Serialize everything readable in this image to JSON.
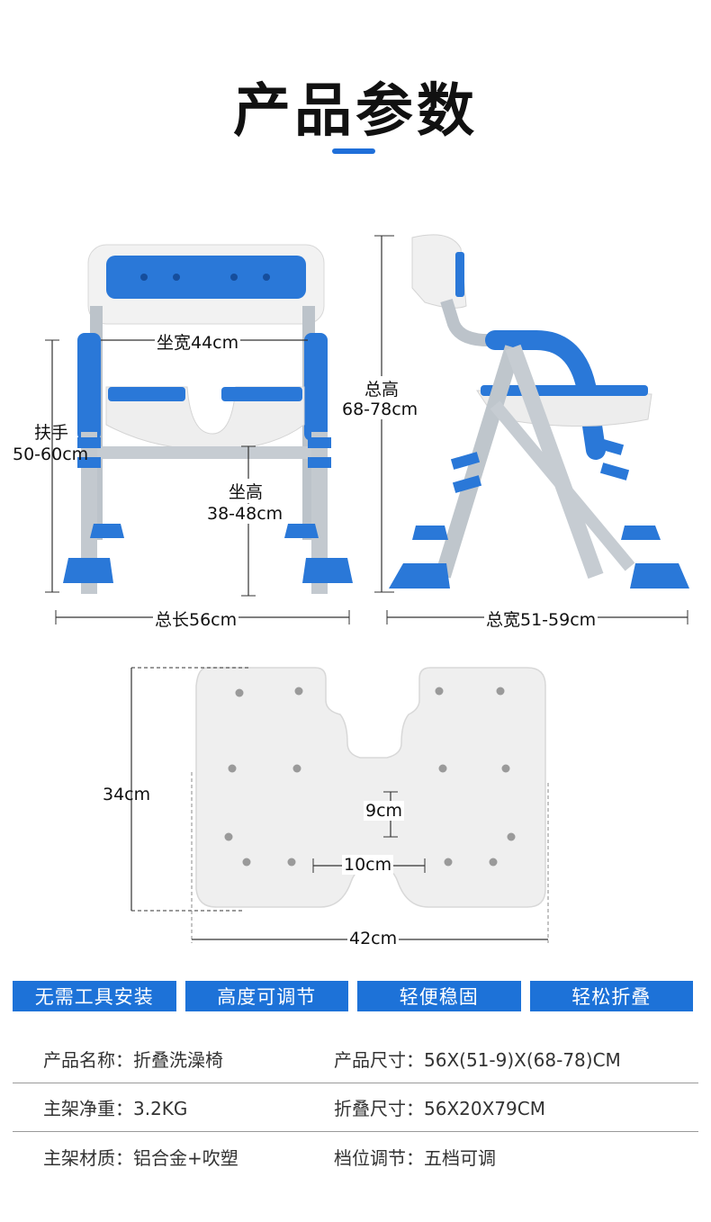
{
  "title": "产品参数",
  "dimensions": {
    "seat_width": "坐宽44cm",
    "armrest": "扶手",
    "armrest_range": "50-60cm",
    "seat_height": "坐高",
    "seat_height_range": "38-48cm",
    "total_height": "总高",
    "total_height_range": "68-78cm",
    "total_length": "总长56cm",
    "total_width": "总宽51-59cm"
  },
  "seat_dims": {
    "depth": "34cm",
    "cutout_depth": "9cm",
    "cutout_width": "10cm",
    "width": "42cm"
  },
  "features": [
    "无需工具安装",
    "高度可调节",
    "轻便稳固",
    "轻松折叠"
  ],
  "specs": [
    [
      {
        "label": "产品名称：",
        "value": "折叠洗澡椅"
      },
      {
        "label": "产品尺寸：",
        "value": "56X(51-9)X(68-78)CM"
      }
    ],
    [
      {
        "label": "主架净重：",
        "value": "3.2KG"
      },
      {
        "label": "折叠尺寸：",
        "value": "56X20X79CM"
      }
    ],
    [
      {
        "label": "主架材质：",
        "value": "铝合金+吹塑"
      },
      {
        "label": "档位调节：",
        "value": "五档可调"
      }
    ]
  ],
  "colors": {
    "accent": "#1d72d8",
    "plastic": "#f1f1f1",
    "metal": "#b9bfc6"
  }
}
